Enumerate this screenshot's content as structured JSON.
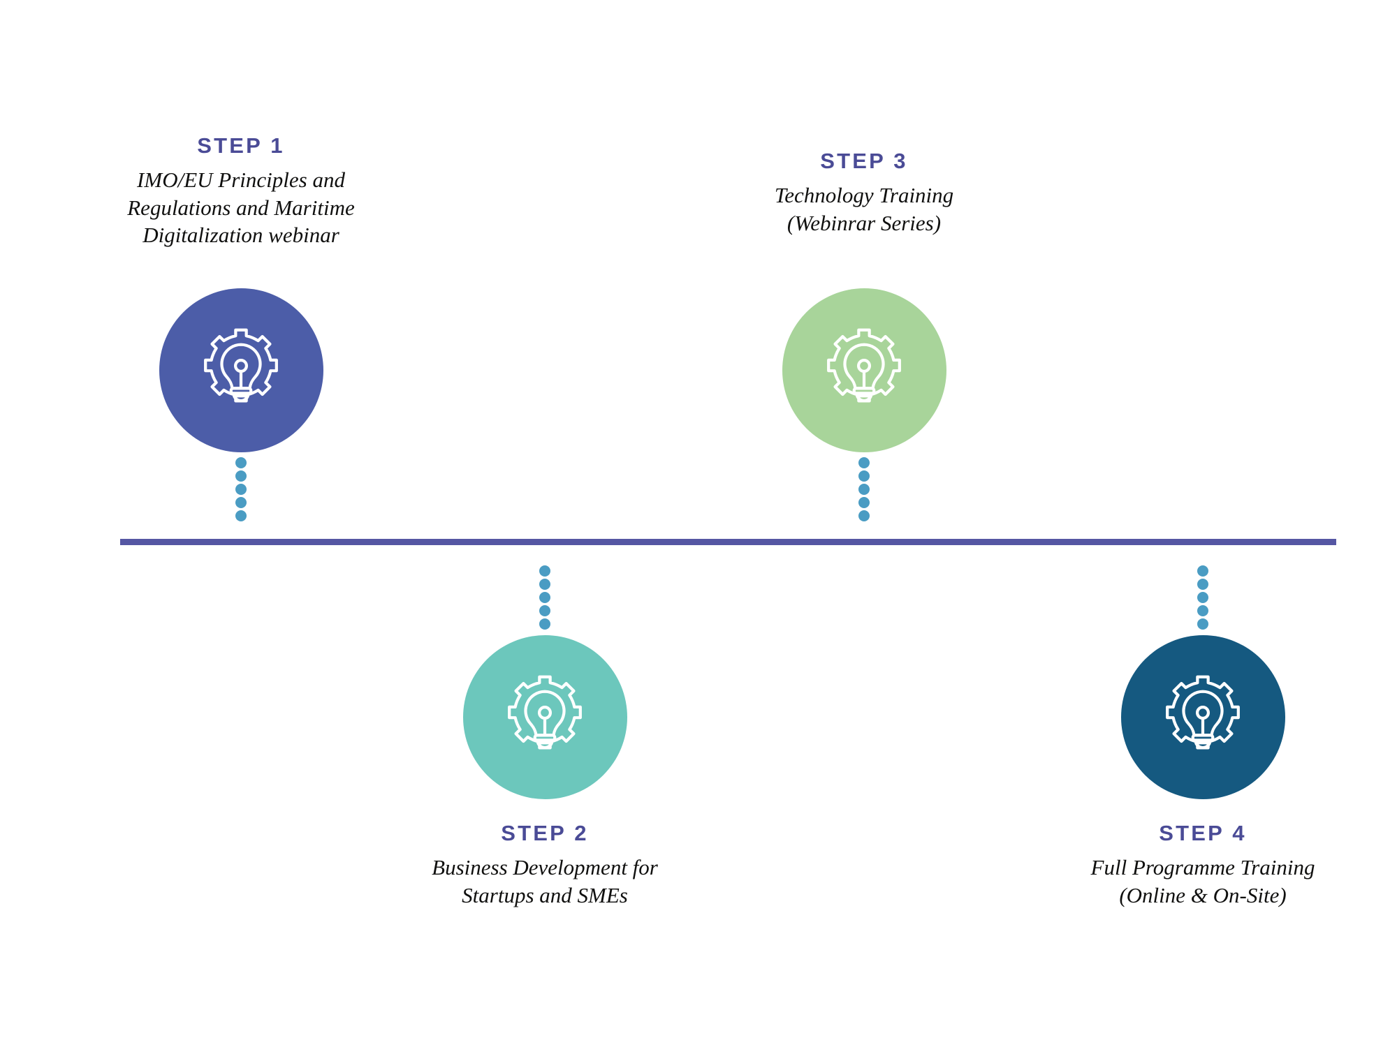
{
  "diagram": {
    "type": "timeline",
    "title": "",
    "axis_color": "#5556a3",
    "connector_dot_color": "#4a9cc3",
    "background_color": "#ffffff",
    "label_color": "#4a4b96",
    "description_color": "#10100f",
    "icon_name": "lightbulb-gear-icon",
    "connector_dot_count": 5
  },
  "steps": [
    {
      "label": "STEP 1",
      "description": "IMO/EU Principles and\nRegulations and Maritime\nDigitalization webinar",
      "circle_color": "#4c5da8",
      "position": "above",
      "icon": "lightbulb-gear-icon"
    },
    {
      "label": "STEP 2",
      "description": "Business Development for\nStartups and SMEs",
      "circle_color": "#6cc7bc",
      "position": "below",
      "icon": "lightbulb-gear-icon"
    },
    {
      "label": "STEP 3",
      "description": "Technology Training\n(Webinrar Series)",
      "circle_color": "#a8d49a",
      "position": "above",
      "icon": "lightbulb-gear-icon"
    },
    {
      "label": "STEP 4",
      "description": "Full Programme Training\n(Online & On-Site)",
      "circle_color": "#155980",
      "position": "below",
      "icon": "lightbulb-gear-icon"
    }
  ]
}
